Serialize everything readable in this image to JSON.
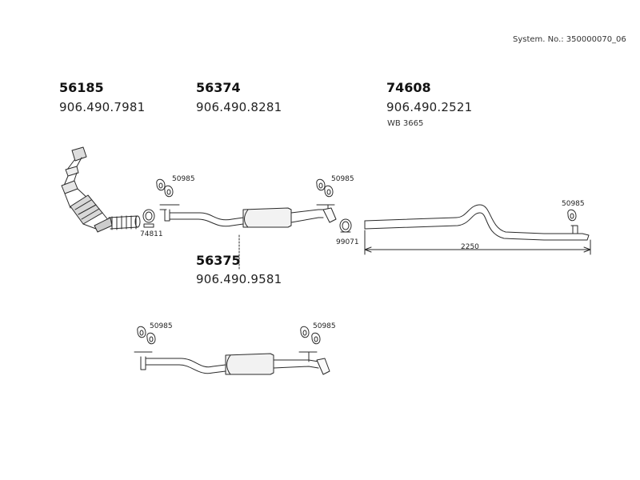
{
  "system_number": "System. No.: 350000070_06",
  "parts": [
    {
      "number": "56185",
      "code": "906.490.7981",
      "note": ""
    },
    {
      "number": "56374",
      "code": "906.490.8281",
      "note": ""
    },
    {
      "number": "74608",
      "code": "906.490.2521",
      "note": "WB 3665"
    },
    {
      "number": "56375",
      "code": "906.490.9581",
      "note": ""
    }
  ],
  "component_labels": {
    "hanger": "50985",
    "clamp": "74811",
    "clip": "99071"
  },
  "dimension": "2250"
}
